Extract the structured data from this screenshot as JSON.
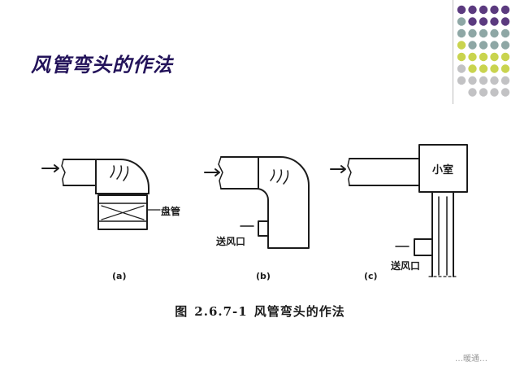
{
  "slide": {
    "title": "风管弯头的作法",
    "dot_colors": {
      "purple": "#5b3a7f",
      "teal": "#8ea7a5",
      "yellow": "#c9d44e",
      "gray": "#c2c2c4"
    }
  },
  "diagram": {
    "panel_a": {
      "label": "(a)",
      "coil_label": "盘管"
    },
    "panel_b": {
      "label": "(b)",
      "outlet_label": "送风口"
    },
    "panel_c": {
      "label": "(c)",
      "box_label": "小室",
      "outlet_label": "送风口"
    },
    "caption": {
      "figure_prefix": "图",
      "figure_number": "2.6.7-1",
      "figure_title": "风管弯头的作法"
    }
  },
  "watermark": "…暖通…"
}
